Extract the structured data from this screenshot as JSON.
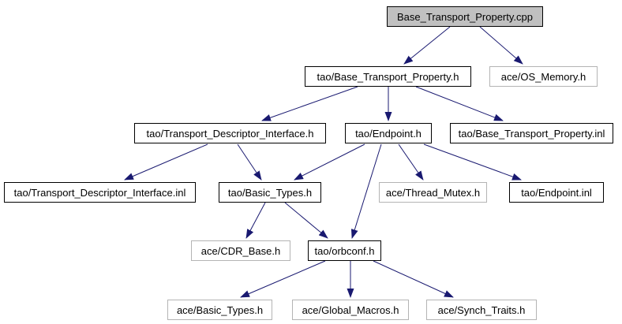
{
  "diagram": {
    "kind": "include-dependency-graph",
    "root_file": "Base_Transport_Property.cpp"
  },
  "colors": {
    "background": "#ffffff",
    "arrow": "#191970",
    "node_fill": "#ffffff",
    "root_node_fill": "#c0c0c0",
    "internal_border": "#000000",
    "external_border": "#b4b4b4",
    "text": "#000000"
  },
  "nodes": [
    {
      "id": "base_transport_property_cpp",
      "label": "Base_Transport_Property.cpp",
      "type": "root"
    },
    {
      "id": "tao_base_transport_property_h",
      "label": "tao/Base_Transport_Property.h",
      "type": "internal"
    },
    {
      "id": "ace_os_memory_h",
      "label": "ace/OS_Memory.h",
      "type": "external"
    },
    {
      "id": "tao_transport_descriptor_interface_h",
      "label": "tao/Transport_Descriptor_Interface.h",
      "type": "internal"
    },
    {
      "id": "tao_endpoint_h",
      "label": "tao/Endpoint.h",
      "type": "internal"
    },
    {
      "id": "tao_base_transport_property_inl",
      "label": "tao/Base_Transport_Property.inl",
      "type": "internal"
    },
    {
      "id": "tao_transport_descriptor_interface_inl",
      "label": "tao/Transport_Descriptor_Interface.inl",
      "type": "internal"
    },
    {
      "id": "tao_basic_types_h",
      "label": "tao/Basic_Types.h",
      "type": "internal"
    },
    {
      "id": "ace_thread_mutex_h",
      "label": "ace/Thread_Mutex.h",
      "type": "external"
    },
    {
      "id": "tao_endpoint_inl",
      "label": "tao/Endpoint.inl",
      "type": "internal"
    },
    {
      "id": "ace_cdr_base_h",
      "label": "ace/CDR_Base.h",
      "type": "external"
    },
    {
      "id": "tao_orbconf_h",
      "label": "tao/orbconf.h",
      "type": "internal"
    },
    {
      "id": "ace_basic_types_h",
      "label": "ace/Basic_Types.h",
      "type": "external"
    },
    {
      "id": "ace_global_macros_h",
      "label": "ace/Global_Macros.h",
      "type": "external"
    },
    {
      "id": "ace_synch_traits_h",
      "label": "ace/Synch_Traits.h",
      "type": "external"
    }
  ],
  "edges": [
    {
      "from": "base_transport_property_cpp",
      "to": "tao_base_transport_property_h"
    },
    {
      "from": "base_transport_property_cpp",
      "to": "ace_os_memory_h"
    },
    {
      "from": "tao_base_transport_property_h",
      "to": "tao_transport_descriptor_interface_h"
    },
    {
      "from": "tao_base_transport_property_h",
      "to": "tao_endpoint_h"
    },
    {
      "from": "tao_base_transport_property_h",
      "to": "tao_base_transport_property_inl"
    },
    {
      "from": "tao_transport_descriptor_interface_h",
      "to": "tao_transport_descriptor_interface_inl"
    },
    {
      "from": "tao_transport_descriptor_interface_h",
      "to": "tao_basic_types_h"
    },
    {
      "from": "tao_endpoint_h",
      "to": "tao_basic_types_h"
    },
    {
      "from": "tao_endpoint_h",
      "to": "tao_orbconf_h"
    },
    {
      "from": "tao_endpoint_h",
      "to": "ace_thread_mutex_h"
    },
    {
      "from": "tao_endpoint_h",
      "to": "tao_endpoint_inl"
    },
    {
      "from": "tao_basic_types_h",
      "to": "ace_cdr_base_h"
    },
    {
      "from": "tao_basic_types_h",
      "to": "tao_orbconf_h"
    },
    {
      "from": "tao_orbconf_h",
      "to": "ace_basic_types_h"
    },
    {
      "from": "tao_orbconf_h",
      "to": "ace_global_macros_h"
    },
    {
      "from": "tao_orbconf_h",
      "to": "ace_synch_traits_h"
    }
  ]
}
